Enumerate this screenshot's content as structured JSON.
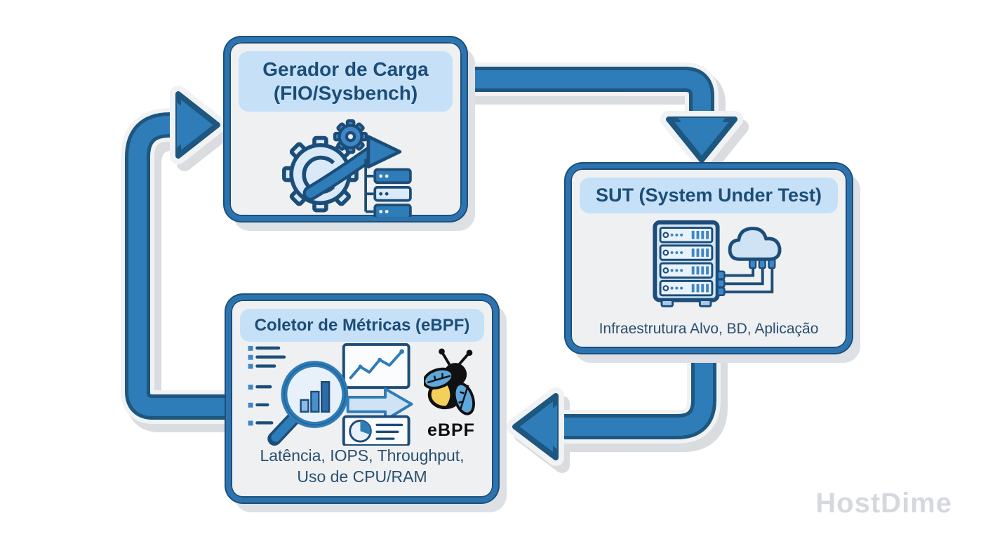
{
  "watermark": "HostDime",
  "generator": {
    "title_line1": "Gerador de Carga",
    "title_line2": "(FIO/Sysbench)",
    "icon": "gear-arrow-servers-icon"
  },
  "sut": {
    "title": "SUT (System Under Test)",
    "subtitle": "Infraestrutura Alvo, BD, Aplicação",
    "icon": "server-rack-cloud-icon"
  },
  "collector": {
    "title": "Coletor de Métricas (eBPF)",
    "subtitle_line1": "Latência, IOPS, Throughput,",
    "subtitle_line2": "Uso de CPU/RAM",
    "ebpf_label": "eBPF",
    "icon": "magnifier-charts-ebpf-bee-icon"
  },
  "arrows": [
    {
      "name": "generator-to-sut",
      "from": "Gerador de Carga (FIO/Sysbench)",
      "to": "SUT (System Under Test)"
    },
    {
      "name": "sut-to-collector",
      "from": "SUT (System Under Test)",
      "to": "Coletor de Métricas (eBPF)"
    },
    {
      "name": "collector-to-generator",
      "from": "Coletor de Métricas (eBPF)",
      "to": "Gerador de Carga (FIO/Sysbench)"
    }
  ],
  "colors": {
    "arrow_fill": "#2e7cb8",
    "arrow_outline": "#1d567f",
    "box_border": "#2b74b0",
    "box_fill": "#eef0f2",
    "header_fill": "#c6e1f7",
    "title_text": "#1c4d78",
    "body_text": "#2a4f6e",
    "watermark_text": "#d5d9de"
  }
}
